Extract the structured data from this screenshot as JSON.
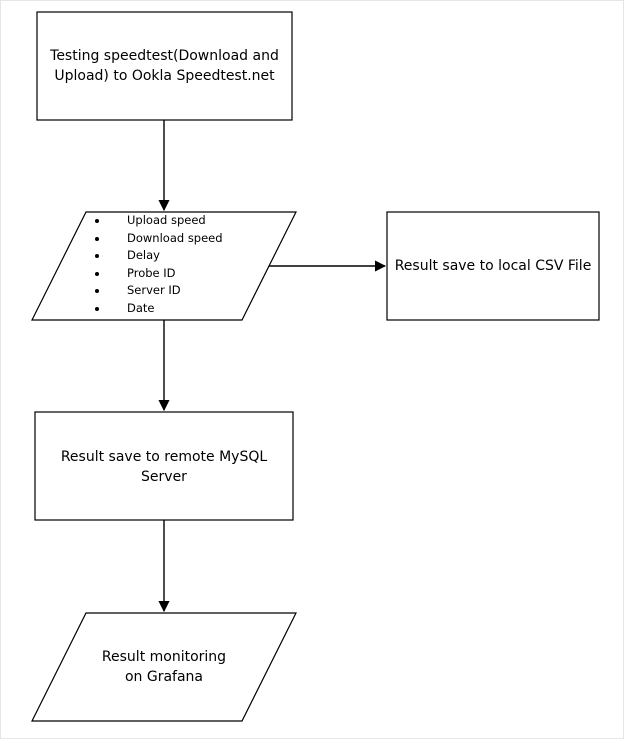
{
  "nodes": {
    "test": {
      "lines": [
        "Testing speedtest(Download and",
        "Upload) to Ookla Speedtest.net"
      ]
    },
    "data_fields": {
      "items": [
        "Upload speed",
        "Download speed",
        "Delay",
        "Probe ID",
        "Server ID",
        "Date"
      ]
    },
    "csv": {
      "lines": [
        "Result save to local CSV File"
      ]
    },
    "mysql": {
      "lines": [
        "Result save to remote MySQL",
        "Server"
      ]
    },
    "grafana": {
      "lines": [
        "Result monitoring",
        "on Grafana"
      ]
    }
  },
  "colors": {
    "stroke": "#000000",
    "fill": "#ffffff",
    "text": "#000000"
  }
}
